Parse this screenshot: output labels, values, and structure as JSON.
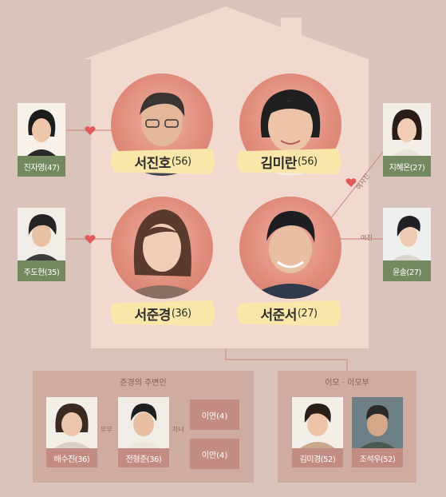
{
  "main": {
    "father": {
      "name": "서진호",
      "age": "(56)"
    },
    "mother": {
      "name": "김미란",
      "age": "(56)"
    },
    "daughter": {
      "name": "서준경",
      "age": "(36)"
    },
    "son": {
      "name": "서준서",
      "age": "(27)"
    }
  },
  "side": {
    "jinjayoung": "진자영(47)",
    "judohyun": "주도현(35)",
    "jihyeon": "지혜온(27)",
    "yunsol": "윤솔(27)"
  },
  "relations": {
    "ex_girlfriend": "여사친",
    "girlfriend": "여친"
  },
  "panels": {
    "friends": {
      "title": "준경의 주변인",
      "couple_label": "부부",
      "children_label": "자녀",
      "wife": "배수진(36)",
      "husband": "전형준(36)",
      "child1": "이연(4)",
      "child2": "이안(4)"
    },
    "relatives": {
      "title": "이모 · 이모부",
      "aunt": "김미경(52)",
      "uncle": "조석우(52)"
    }
  },
  "colors": {
    "background": "#d9c3bb",
    "house": "#f2d9cf",
    "portrait": "#e08b7a",
    "banner": "#f8e7a9",
    "side_card": "#73895f",
    "heart": "#e05a5a",
    "panel": "#cfaca2",
    "card": "#c28c82"
  },
  "icons": [
    "heart-icon",
    "house-icon"
  ]
}
